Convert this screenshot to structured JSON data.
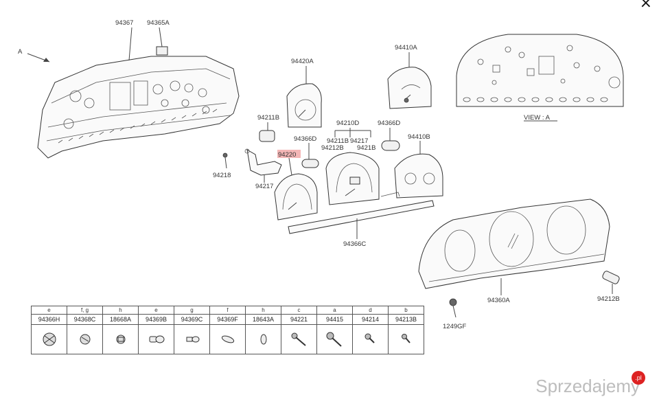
{
  "close_glyph": "×",
  "labels": {
    "p94367": "94367",
    "p94365A": "94365A",
    "arrowA": "A",
    "p94420A": "94420A",
    "p94410A": "94410A",
    "p94211B": "94211B",
    "p94210D": "94210D",
    "p94366D_1": "94366D",
    "p94366D_2": "94366D",
    "p94211B_2": "94211B",
    "p94217_top": "94217",
    "p94212B": "94212B",
    "p9421B": "9421B",
    "p94410B": "94410B",
    "p94220": "94220",
    "p94218": "94218",
    "p94217": "94217",
    "p94366C": "94366C",
    "p94360A": "94360A",
    "p94212B_2": "94212B",
    "p1249GF": "1249GF",
    "view_a": "VIEW : A"
  },
  "highlight_color": "#f4b6b6",
  "table": {
    "codes": [
      "e",
      "f, g",
      "h",
      "e",
      "g",
      "f",
      "h",
      "c",
      "a",
      "d",
      "b"
    ],
    "numbers": [
      "94366H",
      "94368C",
      "18668A",
      "94369B",
      "94369C",
      "94369F",
      "18643A",
      "94221",
      "94415",
      "94214",
      "94213B"
    ]
  },
  "watermark": {
    "text": "Sprzedajemy",
    "badge": ".pl"
  }
}
